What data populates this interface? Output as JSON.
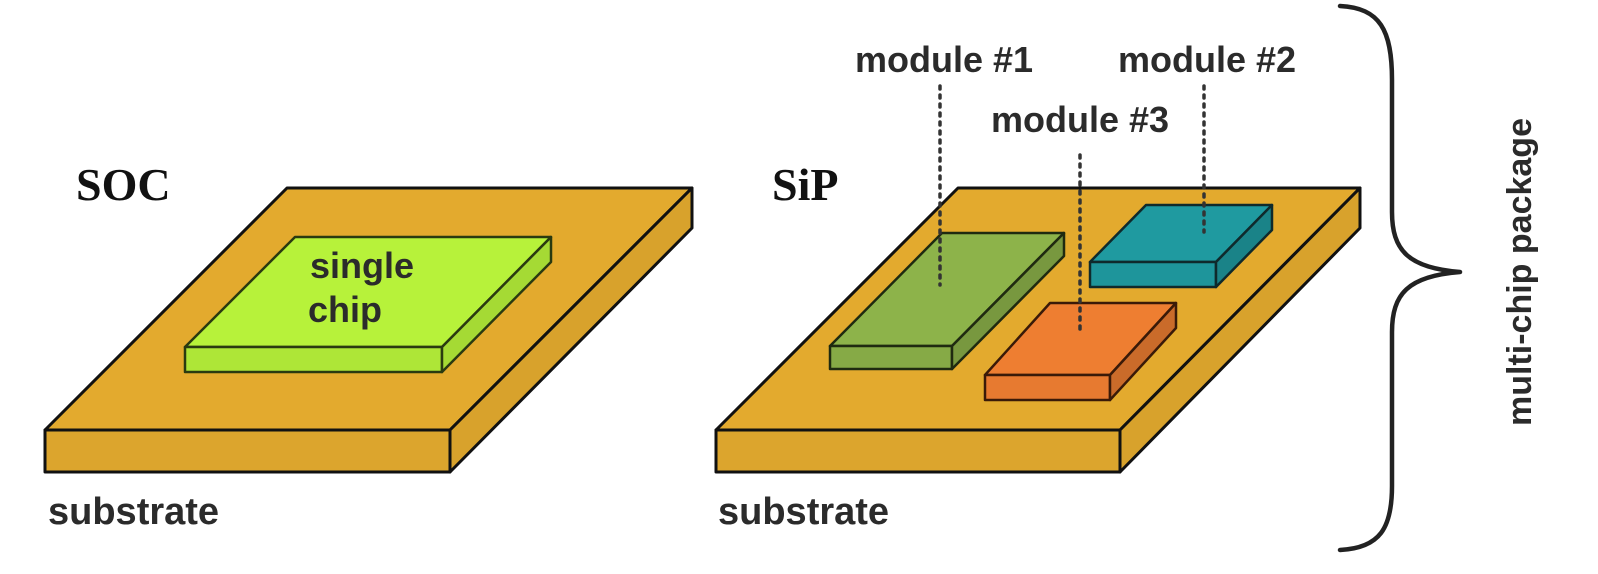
{
  "soc": {
    "title": "SOC",
    "chip_label_line1": "single",
    "chip_label_line2": "chip",
    "substrate_label": "substrate"
  },
  "sip": {
    "title": "SiP",
    "module1_label": "module #1",
    "module2_label": "module #2",
    "module3_label": "module #3",
    "substrate_label": "substrate"
  },
  "bracket_label": "multi-chip package",
  "colors": {
    "substrate": "#E3AA2E",
    "single_chip": "#B7F23A",
    "module1": "#8DB34A",
    "module2": "#1F9AA0",
    "module3": "#EE7E31",
    "outline": "#111111"
  }
}
